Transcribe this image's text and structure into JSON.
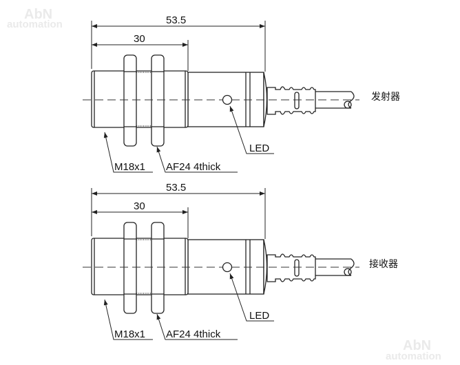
{
  "watermark": {
    "brand": "AbN",
    "sub": "automation"
  },
  "sensors": [
    {
      "name": "发射器",
      "overall_length": "53.5",
      "thread_length": "30",
      "thread_label": "M18x1",
      "nut_label": "AF24 4thick",
      "led_label": "LED"
    },
    {
      "name": "接收器",
      "overall_length": "53.5",
      "thread_length": "30",
      "thread_label": "M18x1",
      "nut_label": "AF24 4thick",
      "led_label": "LED"
    }
  ]
}
